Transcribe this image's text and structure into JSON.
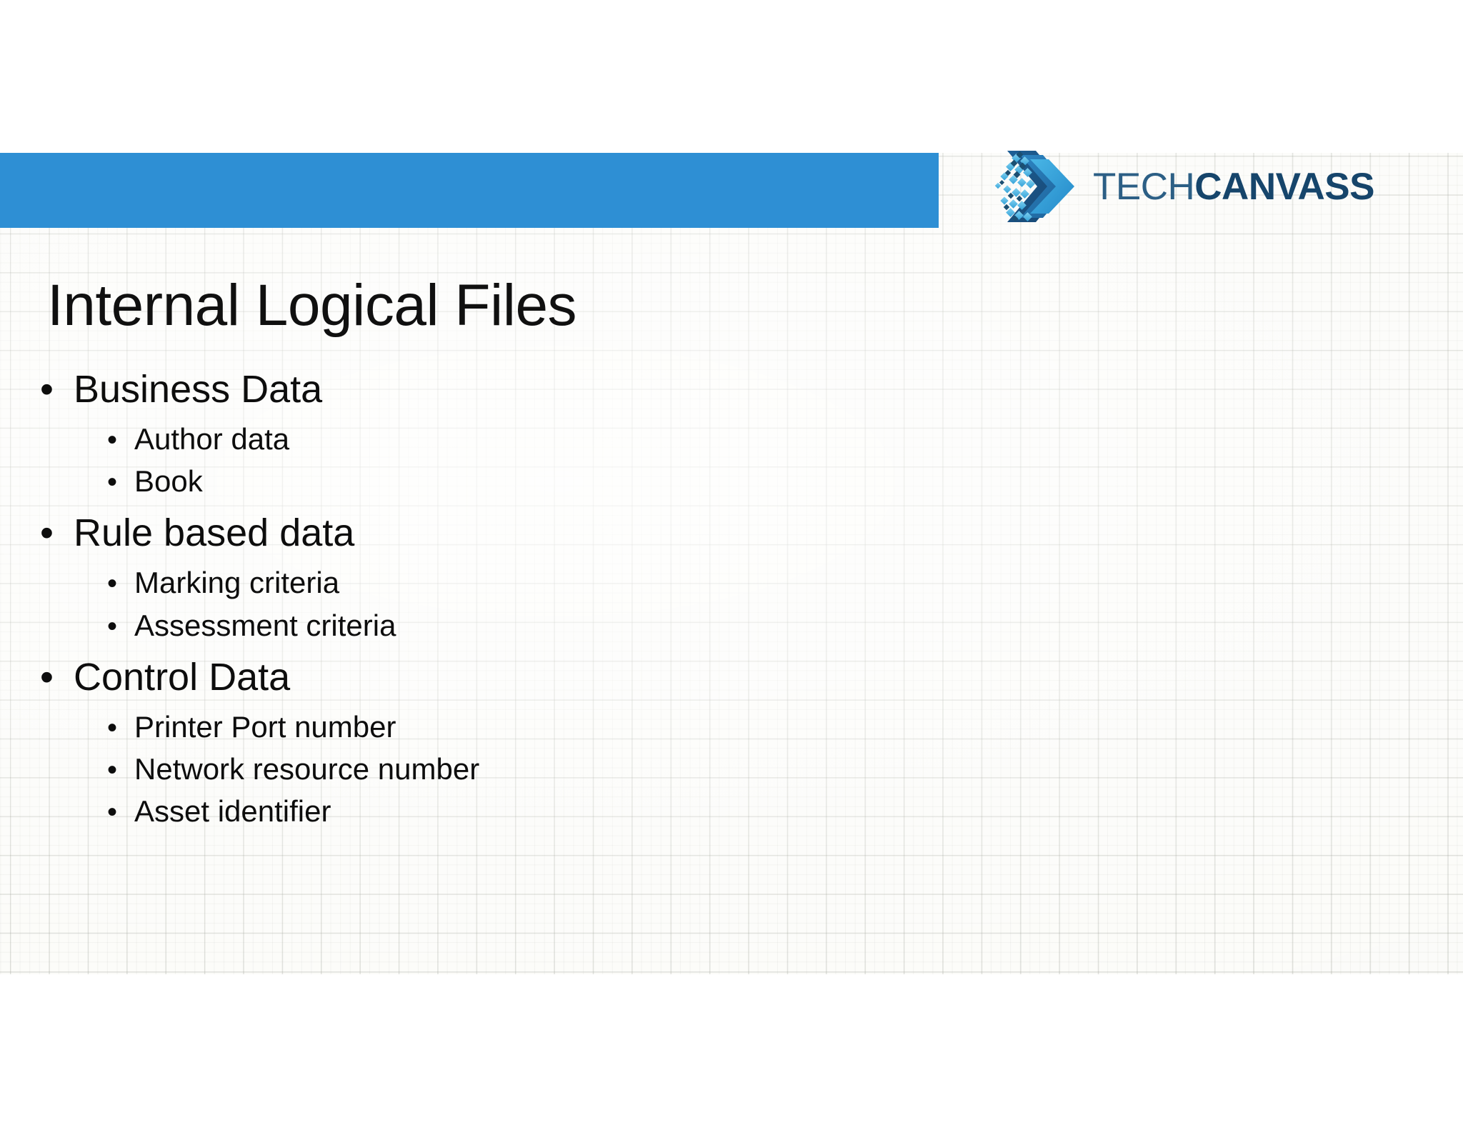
{
  "slide": {
    "title": "Internal Logical Files",
    "header_bar_color": "#2e8fd4",
    "background_color": "#fbfbf8"
  },
  "brand": {
    "name": "TECHCANVASS",
    "word_part_light": "TECH",
    "word_part_bold": "CANVASS",
    "mark_color_dark": "#1b6ca8",
    "mark_color_light": "#3aa8e0",
    "word_color": "#1b4f72"
  },
  "content": {
    "bullet_glyph": "•",
    "groups": [
      {
        "label": "Business Data",
        "items": [
          {
            "label": "Author data"
          },
          {
            "label": "Book"
          }
        ]
      },
      {
        "label": "Rule based data",
        "items": [
          {
            "label": "Marking criteria"
          },
          {
            "label": "Assessment criteria"
          }
        ]
      },
      {
        "label": "Control Data",
        "items": [
          {
            "label": "Printer Port number"
          },
          {
            "label": "Network resource number"
          },
          {
            "label": "Asset identifier"
          }
        ]
      }
    ]
  }
}
